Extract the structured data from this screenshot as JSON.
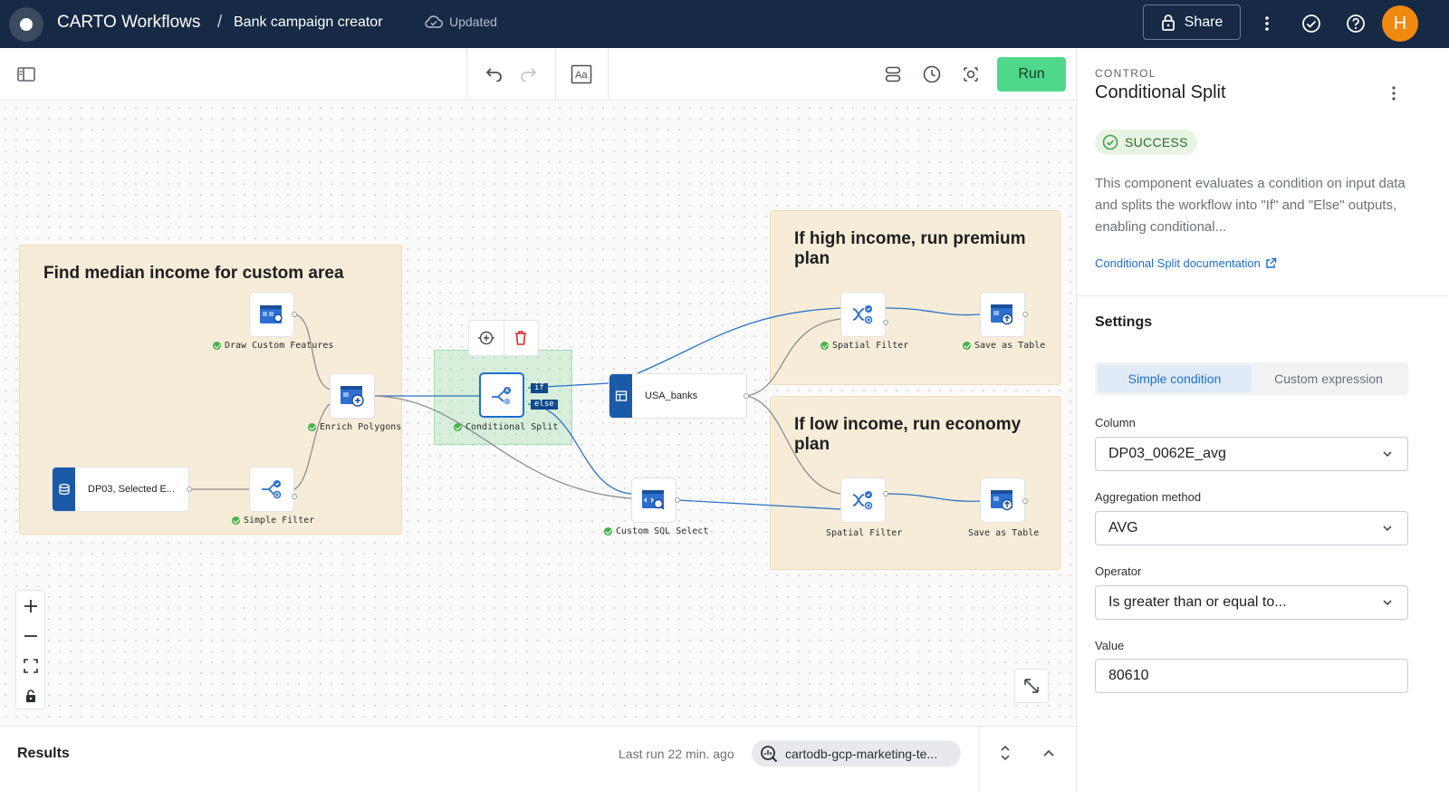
{
  "header": {
    "app_title": "CARTO Workflows",
    "separator": "/",
    "workflow_name": "Bank campaign creator",
    "save_status": "Updated",
    "share_label": "Share",
    "avatar_initial": "H"
  },
  "toolbar": {
    "run_label": "Run"
  },
  "canvas": {
    "groups": [
      {
        "title": "Find median income for custom area"
      },
      {
        "title": "If high income, run premium plan"
      },
      {
        "title": "If low income, run economy plan"
      }
    ],
    "nodes": {
      "draw_custom_features": "Draw Custom Features",
      "enrich_polygons": "Enrich Polygons",
      "simple_filter": "Simple Filter",
      "dp03_source": "DP03, Selected E...",
      "conditional_split": "Conditional Split",
      "usa_banks": "USA_banks",
      "custom_sql_select": "Custom SQL Select",
      "spatial_filter_high": "Spatial Filter",
      "save_table_high": "Save as Table",
      "spatial_filter_low": "Spatial Filter",
      "save_table_low": "Save as Table"
    },
    "split_tags": {
      "if": "if",
      "else": "else"
    }
  },
  "results": {
    "title": "Results",
    "last_run": "Last run 22 min. ago",
    "connection": "cartodb-gcp-marketing-te..."
  },
  "panel": {
    "overline": "CONTROL",
    "title": "Conditional Split",
    "status": "SUCCESS",
    "description": "This component evaluates a condition on input data and splits the workflow into \"If\" and \"Else\" outputs, enabling conditional...",
    "doc_link": "Conditional Split documentation",
    "settings_title": "Settings",
    "tabs": [
      "Simple condition",
      "Custom expression"
    ],
    "active_tab": "Simple condition",
    "fields": {
      "column_label": "Column",
      "column_value": "DP03_0062E_avg",
      "aggregation_label": "Aggregation method",
      "aggregation_value": "AVG",
      "operator_label": "Operator",
      "operator_value": "Is greater than or equal to...",
      "value_label": "Value",
      "value_value": "80610"
    }
  },
  "colors": {
    "header_bg": "#162945",
    "run_button": "#4fd88a",
    "accent_blue": "#1b6fd0",
    "group_bg": "#f7ecd7",
    "success_green": "#47b24a",
    "avatar": "#f0890f"
  },
  "icons": [
    "logo-icon",
    "cloud-check-icon",
    "lock-icon",
    "more-vertical-icon",
    "check-circle-icon",
    "help-icon",
    "sidebar-toggle-icon",
    "undo-icon",
    "redo-icon",
    "text-annotation-icon",
    "layers-icon",
    "history-icon",
    "schedule-icon",
    "add-node-icon",
    "delete-icon",
    "zoom-in-icon",
    "zoom-out-icon",
    "fit-view-icon",
    "lock-canvas-icon",
    "expand-icon",
    "search-connection-icon",
    "collapse-icon",
    "chevron-up-icon",
    "external-link-icon",
    "chevron-down-icon"
  ]
}
